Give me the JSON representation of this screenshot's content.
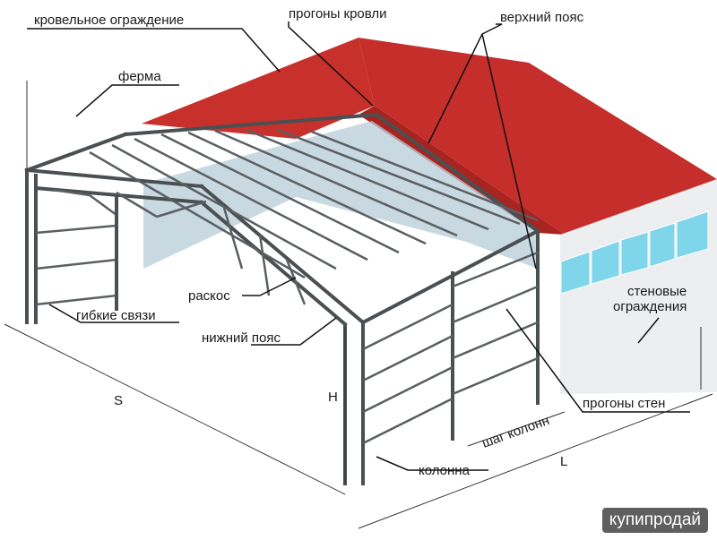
{
  "labels": {
    "roof_cladding": "кровельное ограждение",
    "roof_purlins": "прогоны кровли",
    "top_chord": "верхний пояс",
    "truss": "ферма",
    "wall_cladding_line1": "стеновые",
    "wall_cladding_line2": "ограждения",
    "diagonal_brace": "раскос",
    "flexible_ties": "гибкие связи",
    "bottom_chord": "нижний пояс",
    "wall_purlins": "прогоны стен",
    "column_spacing": "шаг колонн",
    "column": "колонна"
  },
  "dimensions": {
    "span": "S",
    "height": "H",
    "length": "L"
  },
  "watermark": "купипродай",
  "colors": {
    "roof": "#c8302c",
    "roof_shade": "#a82420",
    "steel": "#4a4f52",
    "wall": "#eceeef",
    "glass": "#7fd6ea",
    "inner_glass": "#b7ccd8"
  }
}
